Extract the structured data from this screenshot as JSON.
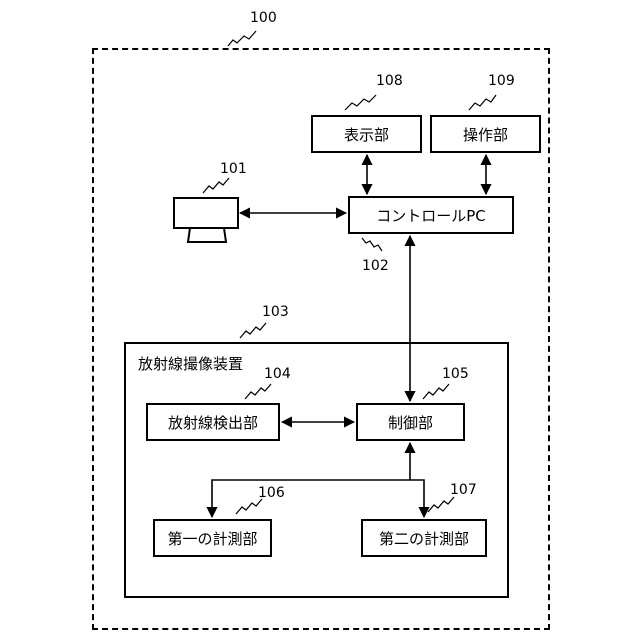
{
  "system": {
    "ref": "100"
  },
  "monitor": {
    "ref": "101"
  },
  "control_pc": {
    "label": "コントロールPC",
    "ref": "102"
  },
  "imaging_device": {
    "title": "放射線撮像装置",
    "ref": "103"
  },
  "detector": {
    "label": "放射線検出部",
    "ref": "104"
  },
  "controller": {
    "label": "制御部",
    "ref": "105"
  },
  "first_measure": {
    "label": "第一の計測部",
    "ref": "106"
  },
  "second_measure": {
    "label": "第二の計測部",
    "ref": "107"
  },
  "display": {
    "label": "表示部",
    "ref": "108"
  },
  "operation": {
    "label": "操作部",
    "ref": "109"
  }
}
